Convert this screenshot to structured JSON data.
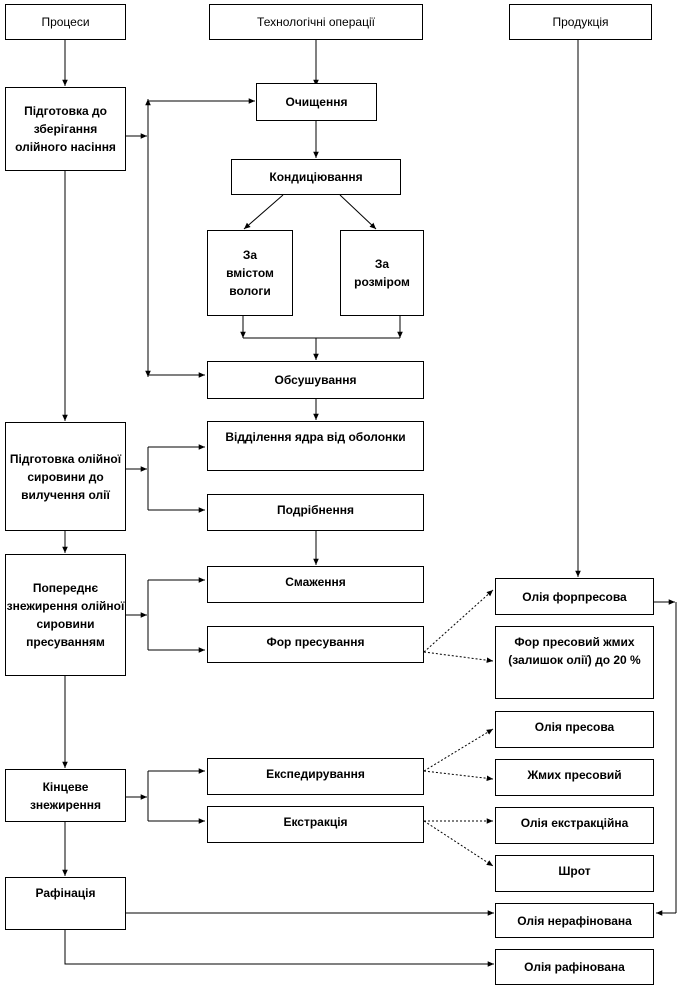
{
  "headers": {
    "processes": "Процеси",
    "operations": "Технологічні операції",
    "products": "Продукція"
  },
  "processes": {
    "storage_prep": "Підготовка до зберігання олійного насіння",
    "raw_prep": "Підготовка олійної сировини до вилучення олії",
    "pre_degreasing": "Попереднє знежирення олійної сировини пресуванням",
    "final_degreasing": "Кінцеве знежирення",
    "refining": "Рафінація"
  },
  "operations": {
    "cleaning": "Очищення",
    "conditioning": "Кондиціювання",
    "by_moisture": "За вмістом вологи",
    "by_size": "За розміром",
    "drying": "Обсушування",
    "dehulling": "Відділення ядра від оболонки",
    "grinding": "Подрібнення",
    "roasting": "Смаження",
    "prepressing": "Фор пресування",
    "expelling": "Експедирування",
    "extraction": "Екстракція"
  },
  "products": {
    "prepress_oil": "Олія форпресова",
    "prepress_cake": "Фор пресовий жмих (залишок олії) до 20 %",
    "pressed_oil": "Олія пресова",
    "pressed_cake": "Жмих пресовий",
    "extraction_oil": "Олія екстракційна",
    "meal": "Шрот",
    "unrefined_oil": "Олія нерафінована",
    "refined_oil": "Олія рафінована"
  }
}
